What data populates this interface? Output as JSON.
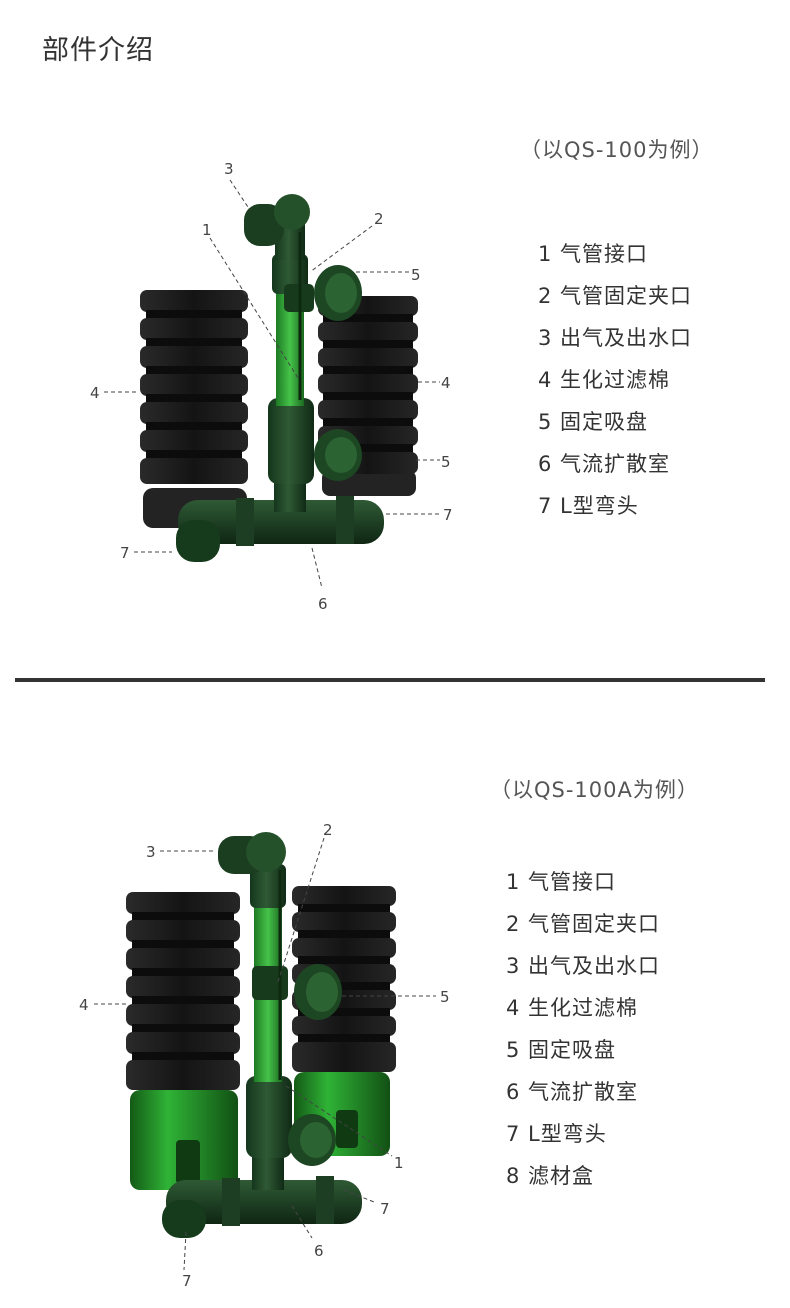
{
  "title": "部件介绍",
  "section1": {
    "example": "（以QS-100为例）",
    "parts": [
      "1 气管接口",
      "2 气管固定夹口",
      "3 出气及出水口",
      "4 生化过滤棉",
      "5 固定吸盘",
      "6 气流扩散室",
      "7 L型弯头"
    ],
    "callouts": [
      "1",
      "2",
      "3",
      "4",
      "4",
      "5",
      "5",
      "6",
      "7",
      "7"
    ]
  },
  "section2": {
    "example": "（以QS-100A为例）",
    "parts": [
      "1 气管接口",
      "2 气管固定夹口",
      "3 出气及出水口",
      "4 生化过滤棉",
      "5 固定吸盘",
      "6 气流扩散室",
      "7 L型弯头",
      "8 滤材盒"
    ],
    "callouts": [
      "1",
      "2",
      "3",
      "4",
      "5",
      "6",
      "7",
      "7"
    ]
  },
  "colors": {
    "sponge": "#1c1c1c",
    "green": "#1f7a1f",
    "dark_green": "#173b1f",
    "text": "#333333"
  }
}
